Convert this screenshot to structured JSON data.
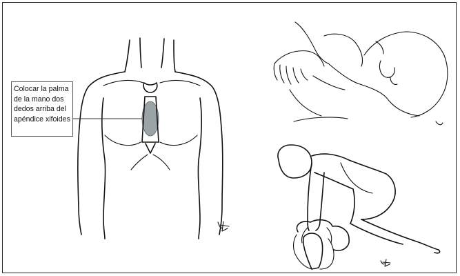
{
  "callout": {
    "lines": [
      "Colocar la palma",
      "de la mano dos",
      "dedos arriba del",
      "apéndice xifoides"
    ]
  },
  "colors": {
    "stroke": "#111111",
    "highlight": "#9aa3a8",
    "border": "#222222"
  },
  "illustrations": [
    {
      "name": "torso-front-view",
      "icon": "torso-icon"
    },
    {
      "name": "hands-on-chest-side-view",
      "icon": "hand-icon"
    },
    {
      "name": "rescuer-kneeling-compressions",
      "icon": "rescuer-icon"
    }
  ]
}
